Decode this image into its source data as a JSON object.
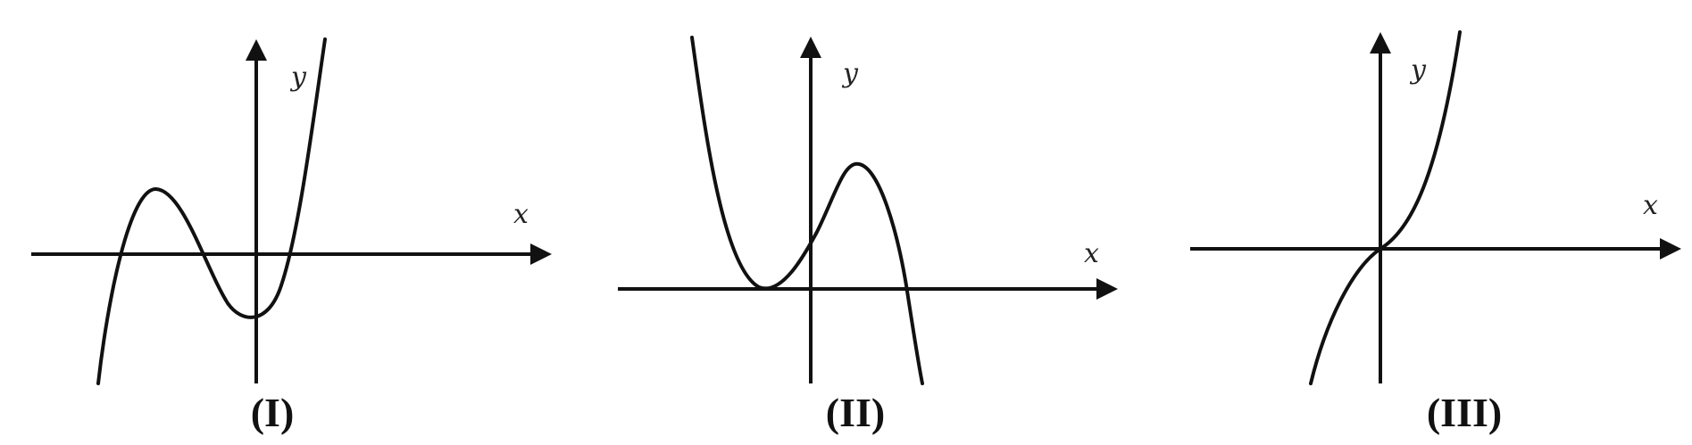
{
  "graphs": [
    {
      "id": "I",
      "caption": "(I)",
      "x_label": "x",
      "y_label": "y"
    },
    {
      "id": "II",
      "caption": "(II)",
      "x_label": "x",
      "y_label": "y"
    },
    {
      "id": "III",
      "caption": "(III)",
      "x_label": "x",
      "y_label": "y"
    }
  ],
  "colors": {
    "stroke": "#111111",
    "background": "#ffffff"
  }
}
